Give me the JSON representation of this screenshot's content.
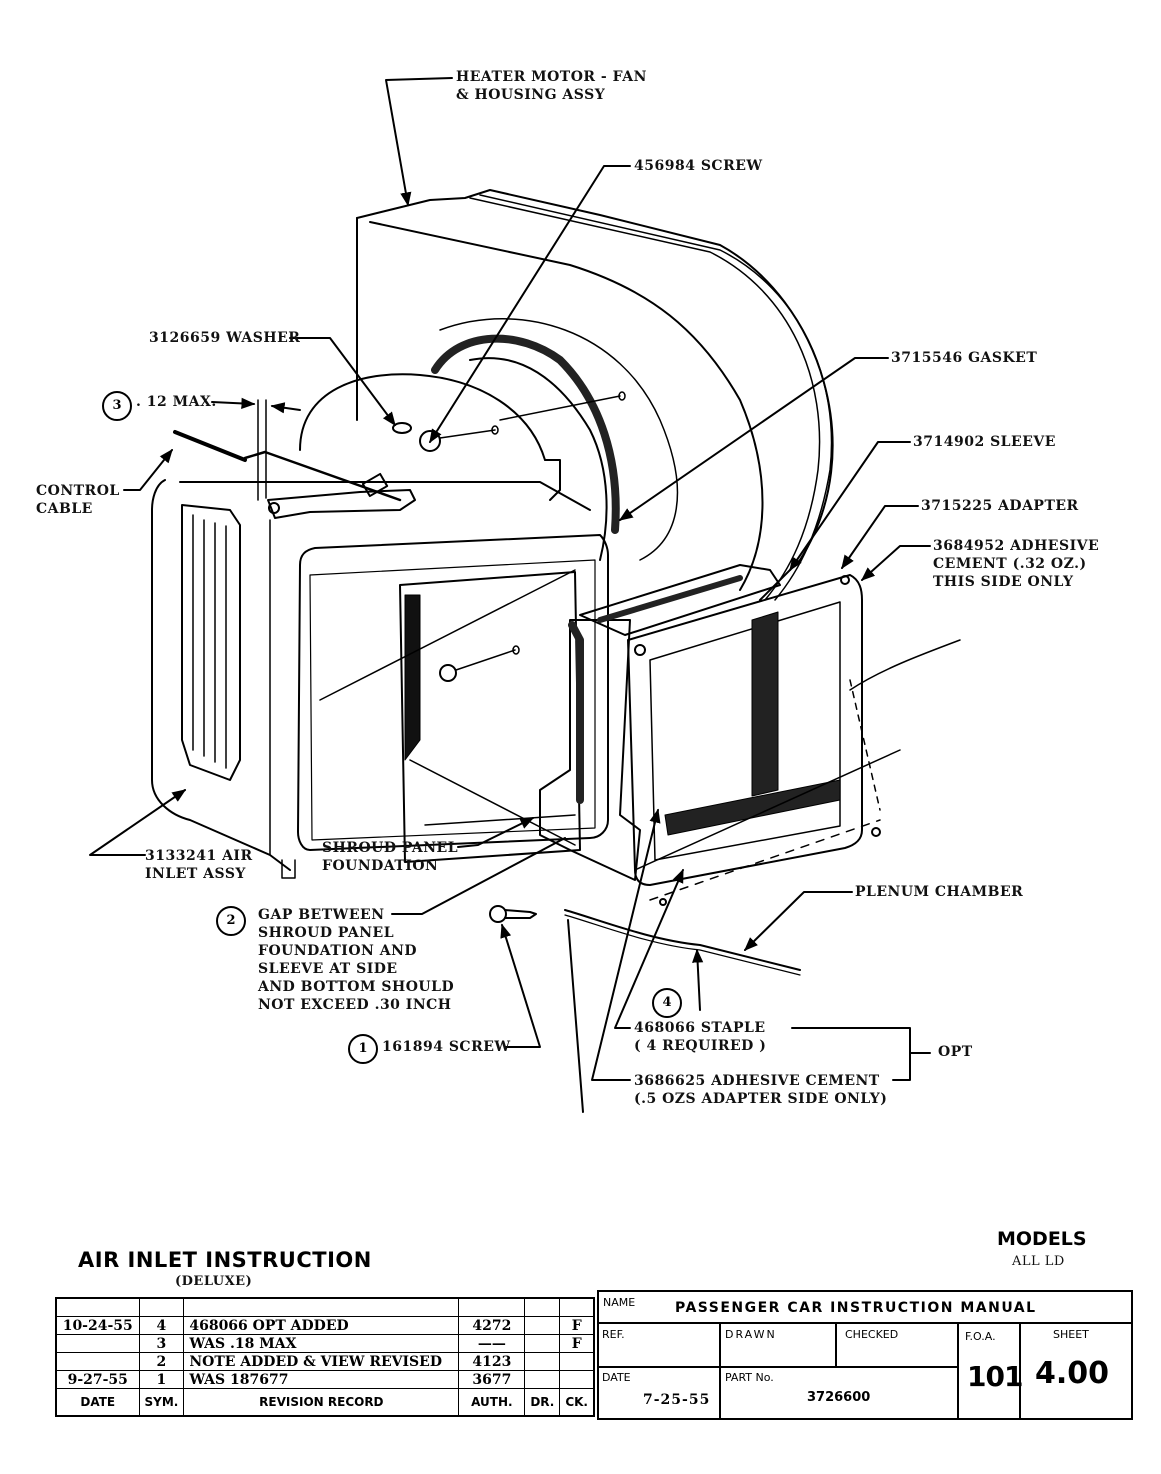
{
  "callouts": {
    "heater_motor": "HEATER MOTOR - FAN\n& HOUSING ASSY",
    "screw_456984": "456984 SCREW",
    "washer": "3126659 WASHER",
    "gasket": "3715546 GASKET",
    "max_note_num": "3",
    "max_note": ". 12 MAX.",
    "control_cable": "CONTROL\nCABLE",
    "sleeve": "3714902 SLEEVE",
    "adapter": "3715225 ADAPTER",
    "adhesive_3684952": "3684952 ADHESIVE\nCEMENT (.32 OZ.)\nTHIS SIDE ONLY",
    "air_inlet_assy": "3133241 AIR\nINLET ASSY",
    "shroud_panel": "SHROUD PANEL\nFOUNDATION",
    "plenum": "PLENUM CHAMBER",
    "gap_note_num": "2",
    "gap_note": "GAP BETWEEN\nSHROUD PANEL\nFOUNDATION AND\nSLEEVE AT SIDE\nAND BOTTOM SHOULD\nNOT EXCEED .30 INCH",
    "staple_num": "4",
    "staple": "468066 STAPLE\n( 4 REQUIRED )",
    "opt": "OPT",
    "screw_num": "1",
    "screw_161894": "161894 SCREW",
    "adhesive_3686625": "3686625 ADHESIVE CEMENT\n(.5 OZS ADAPTER SIDE ONLY)"
  },
  "title_block": {
    "title": "AIR INLET INSTRUCTION",
    "subtitle": "(DELUXE)",
    "models_label": "MODELS",
    "models_value": "ALL LD",
    "name_label": "NAME",
    "name_value": "PASSENGER CAR INSTRUCTION MANUAL",
    "ref_label": "REF.",
    "drawn_label": "DRAWN",
    "checked_label": "CHECKED",
    "foa_label": "F.O.A.",
    "foa_value": "101",
    "sheet_label": "SHEET",
    "sheet_value": "4.00",
    "date_label": "DATE",
    "date_value": "7-25-55",
    "part_label": "PART No.",
    "part_value": "3726600"
  },
  "revisions": {
    "headers": [
      "DATE",
      "SYM.",
      "REVISION RECORD",
      "AUTH.",
      "DR.",
      "CK."
    ],
    "rows": [
      {
        "date": "",
        "sym": "",
        "record": "",
        "auth": "",
        "dr": "",
        "ck": ""
      },
      {
        "date": "10-24-55",
        "sym": "4",
        "record": "468066 OPT ADDED",
        "auth": "4272",
        "dr": "",
        "ck": "F"
      },
      {
        "date": "",
        "sym": "3",
        "record": "WAS .18 MAX",
        "auth": "——",
        "dr": "",
        "ck": "F"
      },
      {
        "date": "",
        "sym": "2",
        "record": "NOTE ADDED & VIEW REVISED",
        "auth": "4123",
        "dr": "",
        "ck": ""
      },
      {
        "date": "9-27-55",
        "sym": "1",
        "record": "WAS 187677",
        "auth": "3677",
        "dr": "",
        "ck": ""
      }
    ]
  }
}
